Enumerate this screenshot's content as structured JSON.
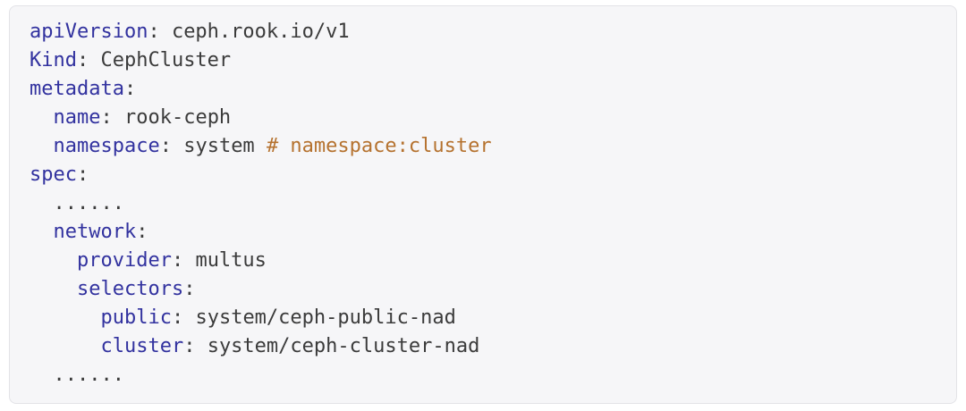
{
  "colors": {
    "page_background": "#ffffff",
    "code_box_background": "#f6f6f8",
    "code_box_border": "#e3e3e7",
    "yaml_key": "#32329f",
    "yaml_text": "#3b3b3b",
    "yaml_comment": "#b5722f"
  },
  "code": {
    "language": "yaml",
    "lines": [
      {
        "segments": [
          {
            "t": "key",
            "text": "apiVersion"
          },
          {
            "t": "plain",
            "text": ": ceph.rook.io/v1"
          }
        ]
      },
      {
        "segments": [
          {
            "t": "key",
            "text": "Kind"
          },
          {
            "t": "plain",
            "text": ": CephCluster"
          }
        ]
      },
      {
        "segments": [
          {
            "t": "key",
            "text": "metadata"
          },
          {
            "t": "plain",
            "text": ":"
          }
        ]
      },
      {
        "segments": [
          {
            "t": "plain",
            "text": "  "
          },
          {
            "t": "key",
            "text": "name"
          },
          {
            "t": "plain",
            "text": ": rook-ceph"
          }
        ]
      },
      {
        "segments": [
          {
            "t": "plain",
            "text": "  "
          },
          {
            "t": "key",
            "text": "namespace"
          },
          {
            "t": "plain",
            "text": ": system "
          },
          {
            "t": "comment",
            "text": "# namespace:cluster"
          }
        ]
      },
      {
        "segments": [
          {
            "t": "key",
            "text": "spec"
          },
          {
            "t": "plain",
            "text": ":"
          }
        ]
      },
      {
        "segments": [
          {
            "t": "plain",
            "text": "  ......"
          }
        ]
      },
      {
        "segments": [
          {
            "t": "plain",
            "text": "  "
          },
          {
            "t": "key",
            "text": "network"
          },
          {
            "t": "plain",
            "text": ":"
          }
        ]
      },
      {
        "segments": [
          {
            "t": "plain",
            "text": "    "
          },
          {
            "t": "key",
            "text": "provider"
          },
          {
            "t": "plain",
            "text": ": multus"
          }
        ]
      },
      {
        "segments": [
          {
            "t": "plain",
            "text": "    "
          },
          {
            "t": "key",
            "text": "selectors"
          },
          {
            "t": "plain",
            "text": ":"
          }
        ]
      },
      {
        "segments": [
          {
            "t": "plain",
            "text": "      "
          },
          {
            "t": "key",
            "text": "public"
          },
          {
            "t": "plain",
            "text": ": system/ceph-public-nad"
          }
        ]
      },
      {
        "segments": [
          {
            "t": "plain",
            "text": "      "
          },
          {
            "t": "key",
            "text": "cluster"
          },
          {
            "t": "plain",
            "text": ": system/ceph-cluster-nad"
          }
        ]
      },
      {
        "segments": [
          {
            "t": "plain",
            "text": "  ......"
          }
        ]
      }
    ]
  }
}
